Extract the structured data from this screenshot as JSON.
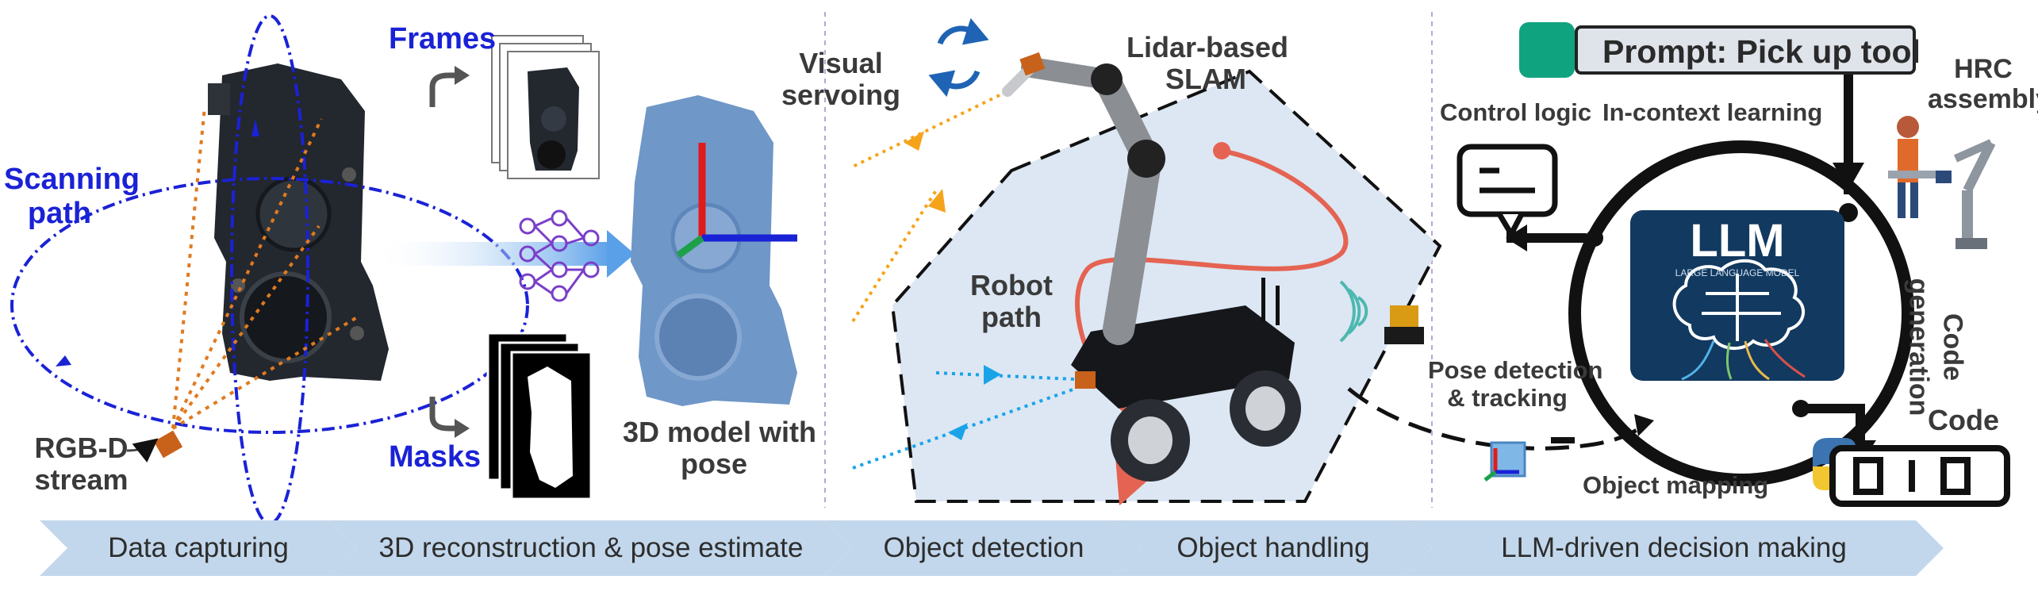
{
  "labels": {
    "frames": "Frames",
    "masks": "Masks",
    "scanning_path_line1": "Scanning",
    "scanning_path_line2": "path",
    "rgbd_line1": "RGB-D",
    "rgbd_line2": "stream",
    "model_pose_line1": "3D model with",
    "model_pose_line2": "pose",
    "visual_servoing_line1": "Visual",
    "visual_servoing_line2": "servoing",
    "lidar_slam_line1": "Lidar-based",
    "lidar_slam_line2": "SLAM",
    "robot_path_line1": "Robot",
    "robot_path_line2": "path",
    "prompt": "Prompt: Pick up tool",
    "control_logic": "Control logic",
    "in_context_learning": "In-context learning",
    "hrc_line1": "HRC",
    "hrc_line2": "assembly",
    "code_generation_line1": "Code",
    "code_generation_line2": "generation",
    "pose_detection_line1": "Pose detection",
    "pose_detection_line2": "& tracking",
    "object_mapping": "Object mapping",
    "code": "Code",
    "llm_title": "LLM",
    "llm_subtitle": "LARGE LANGUAGE MODEL"
  },
  "stages": [
    "Data capturing",
    "3D reconstruction & pose estimate",
    "Object detection",
    "Object handling",
    "LLM-driven decision making"
  ],
  "colors": {
    "text_dark": "#3a3a3a",
    "text_blue": "#1a22d6",
    "scan_path": "#1a22d6",
    "camera_rays": "#e07a1f",
    "robot_path": "#e56352",
    "servo_arrow": "#f5a31a",
    "detect_arrow": "#1aa3e8",
    "chevron_fill": "#c2d7ec",
    "slam_region": "#dce7f3",
    "llm_panel": "#12395f",
    "chatgpt_green": "#10a37f",
    "part_dark": "#23272e",
    "part_blue": "#6f97c8"
  },
  "icons": {
    "chatgpt": "chatgpt-logo-icon",
    "python": "python-logo-icon",
    "refresh": "refresh-cycle-icon",
    "neural_net": "neural-network-icon",
    "chat": "chat-bubble-icon",
    "wifi": "wireless-signal-icon",
    "brain": "brain-icon"
  }
}
